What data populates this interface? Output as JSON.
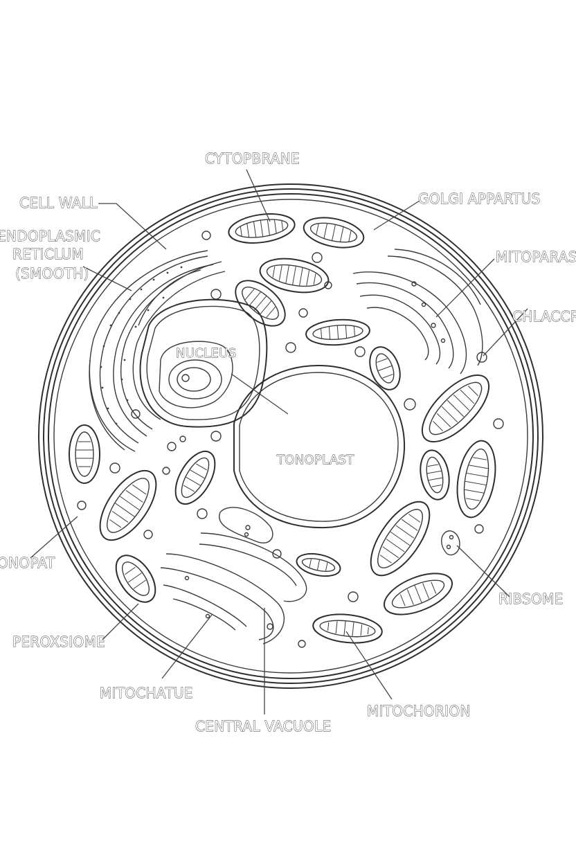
{
  "labels": {
    "cytopbrane": "CYTOPBRANE",
    "cell_wall": "CELL WALL",
    "golgi": "GOLGI APPARTUS",
    "er_line1": "ENDOPLASMIC",
    "er_line2": "RETICLUM",
    "er_line3": "(SMOOTH)",
    "mitoparast": "MITOPARAST",
    "chlaccr": "CHLACCR",
    "nucleus": "NUCLEUS",
    "tonoplast": "TONOPLAST",
    "onopat": "ONOPAT",
    "ribsome": "RIBSOME",
    "peroxsiome": "PEROXSIOME",
    "mitochatue": "MITOCHATUE",
    "mitochorion": "MITOCHORION",
    "central_vacuole": "CENTRAL VACUOLE"
  }
}
